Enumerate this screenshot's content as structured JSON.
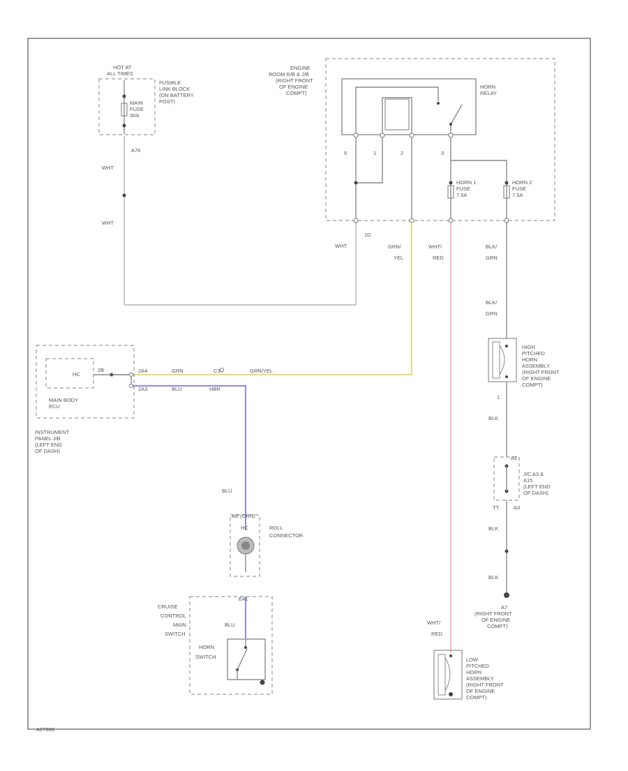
{
  "labels": {
    "hot_at": "HOT AT",
    "all_times": "ALL TIMES",
    "fusible_link": [
      "FUSIBLE",
      "LINK BLOCK",
      "(ON BATTERY",
      "POST)"
    ],
    "main_fuse": [
      "MAIN",
      "FUSE",
      "30A"
    ],
    "engine_room_jb": [
      "ENGINE",
      "ROOM R/B & J/B",
      "(RIGHT FRONT",
      "OF ENGINE",
      "COMPT)"
    ],
    "horn_relay": [
      "HORN",
      "RELAY"
    ],
    "relay_pins": [
      "5",
      "1",
      "2",
      "3"
    ],
    "horn1_fuse": [
      "HORN 1",
      "FUSE",
      "7.5A"
    ],
    "horn2_fuse": [
      "HORN 2",
      "FUSE",
      "7.5A"
    ],
    "conn_a76": "A76",
    "conn_1d": "1D",
    "wht_1": "WHT",
    "wht_2": "WHT",
    "wht_3": "WHT",
    "grn_yel": [
      "GRN/",
      "YEL"
    ],
    "wht_red_1": [
      "WHT/",
      "RED"
    ],
    "blk_grn_1": [
      "BLK/",
      "GRN"
    ],
    "blk_grn_2": [
      "BLK/",
      "GRN"
    ],
    "high_horn": [
      "HIGH",
      "PITCHED",
      "HORN",
      "ASSEMBLY",
      "(RIGHT FRONT",
      "OF ENGINE",
      "COMPT)"
    ],
    "horn_pin_1": "1",
    "blk_1": "BLK",
    "blk_2": "BLK",
    "blk_3": "BLK",
    "conn_a2": "A2",
    "jb_a15": [
      "J/C A3 &",
      "A15",
      "(LEFT END",
      "OF DASH)"
    ],
    "a3_a15": [
      "TT",
      "A3"
    ],
    "ground_a7": [
      "A7",
      "(RIGHT FRONT",
      "OF ENGINE",
      "COMPT)"
    ],
    "wht_red_2": [
      "WHT/",
      "RED"
    ],
    "low_horn": [
      "LOW",
      "PITCHED",
      "HORN",
      "ASSEMBLY",
      "(RIGHT FRONT",
      "OF ENGINE",
      "COMPT)"
    ],
    "main_body_ecu": [
      "MAIN BODY",
      "ECU"
    ],
    "hc": "HC",
    "instrument_jb": [
      "INSTRUMENT",
      "PANEL J/B",
      "(LEFT END",
      "OF DASH)"
    ],
    "conn_2b": "2B",
    "conn_2a4": "2A4",
    "conn_2a3": "2A3",
    "grn_1": "GRN",
    "blu_1": "BLU",
    "conn_c34": "C34",
    "conn_c34b": "HBR",
    "grn_yel_inline": "GRN/YEL",
    "blu_2": "BLU",
    "e4_spiral": "AE (ORN)",
    "spiral_hc": "HC",
    "spiral_cable": [
      "ROLL",
      "CONNECTOR"
    ],
    "cruise_switch": [
      "CRUISE",
      "CONTROL",
      "MAIN",
      "SWITCH"
    ],
    "horn_switch": [
      "HORN",
      "SWITCH"
    ],
    "blu_3": "BLU",
    "conn_e41": "E41",
    "code": "A27988"
  },
  "colors": {
    "wire_yellow": "#e8dc7a",
    "wire_blue": "#8a8af0",
    "wire_pink": "#f4a6b0"
  }
}
